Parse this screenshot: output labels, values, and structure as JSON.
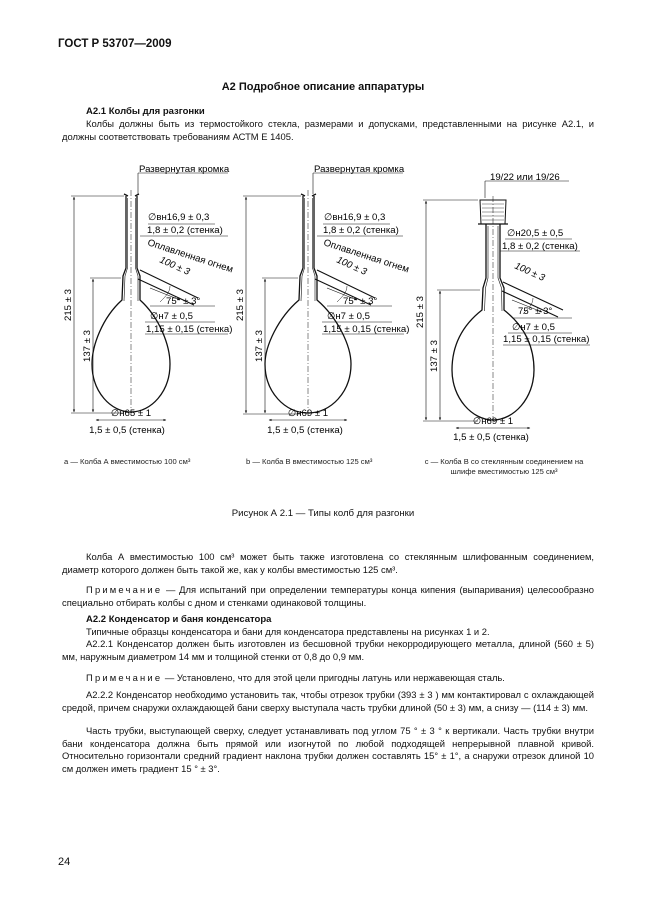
{
  "header": {
    "standard": "ГОСТ Р 53707—2009"
  },
  "section": {
    "title": "А2 Подробное описание аппаратуры"
  },
  "a21": {
    "heading": "А2.1 Колбы для разгонки",
    "text": "Колбы должны быть из термостойкого стекла, размерами и допусками, представленными на рисунке А2.1, и должны соответствовать требованиям АСТМ Е 1405."
  },
  "figure": {
    "flask_a": {
      "top_label": "Развернутая кромка",
      "neck_id": "∅вн16,9 ± 0,3",
      "wall_top": "1,8 ± 0,2 (стенка)",
      "fused": "Оплавленная огнем",
      "sidearm_len": "100 ± 3",
      "angle": "75° ± 3°",
      "sidearm_od": "∅н7 ± 0,5",
      "sidearm_wall": "1,15 ± 0,15 (стенка)",
      "height_total": "215 ± 3",
      "height_arm": "137 ± 3",
      "bulb_od": "∅н65 ± 1",
      "bulb_wall": "1,5 ± 0,5 (стенка)",
      "caption": "a — Колба А вместимостью 100 см³"
    },
    "flask_b": {
      "top_label": "Развернутая кромка",
      "neck_id": "∅вн16,9 ± 0,3",
      "wall_top": "1,8 ± 0,2 (стенка)",
      "fused": "Оплавленная огнем",
      "sidearm_len": "100 ± 3",
      "angle": "75° ± 3°",
      "sidearm_od": "∅н7 ± 0,5",
      "sidearm_wall": "1,15 ± 0,15 (стенка)",
      "height_total": "215 ± 3",
      "height_arm": "137 ± 3",
      "bulb_od": "∅н69 ± 1",
      "bulb_wall": "1,5 ± 0,5 (стенка)",
      "caption": "b — Колба В вместимостью 125 см³"
    },
    "flask_c": {
      "top_label": "19/22 или 19/26",
      "neck_od": "∅н20,5 ± 0,5",
      "wall_top": "1,8 ± 0,2 (стенка)",
      "sidearm_len": "100 ± 3",
      "angle": "75° ± 3°",
      "sidearm_od": "∅н7 ± 0,5",
      "sidearm_wall": "1,15 ± 0,15 (стенка)",
      "height_total": "215 ± 3",
      "height_arm": "137 ± 3",
      "bulb_od": "∅н69 ± 1",
      "bulb_wall": "1,5 ± 0,5 (стенка)",
      "caption": "c — Колба В со стеклянным соединением на шлифе вместимостью 125 см³"
    },
    "caption": "Рисунок А 2.1 — Типы колб для разгонки"
  },
  "body": {
    "p1": "Колба А вместимостью 100 см³ может быть также изготовлена со стеклянным шлифованным соединением, диаметр которого должен быть такой же, как у колбы вместимостью 125 см³.",
    "note1_label": "Примечание",
    "note1_text": " — Для испытаний при определении температуры конца кипения (выпаривания) целесообразно специально отбирать колбы с дном и стенками одинаковой толщины.",
    "a22_heading": "А2.2 Конденсатор и баня конденсатора",
    "p2": "Типичные образцы конденсатора и бани для конденсатора представлены на рисунках 1 и 2.",
    "p3": "А2.2.1 Конденсатор должен быть изготовлен из бесшовной трубки некорродирующего металла, длиной (560 ± 5) мм, наружным диаметром 14 мм и толщиной стенки от 0,8 до 0,9 мм.",
    "note2_label": "Примечание",
    "note2_text": " — Установлено, что для этой цели пригодны латунь или нержавеющая сталь.",
    "p4": "А2.2.2 Конденсатор необходимо установить так, чтобы отрезок трубки (393 ± 3 ) мм контактировал с охлаждающей средой, причем снаружи охлаждающей бани сверху выступала часть трубки длиной (50 ± 3) мм, а снизу — (114 ± 3) мм.",
    "p5": "Часть трубки, выступающей сверху, следует устанавливать под углом 75 ° ± 3 ° к вертикали. Часть трубки внутри бани конденсатора должна быть прямой или изогнутой по любой подходящей непрерывной плавной кривой. Относительно горизонтали средний градиент наклона трубки должен составлять 15° ± 1°, а снаружи отрезок длиной 10 см должен иметь градиент 15 ° ± 3°."
  },
  "footer": {
    "page": "24"
  }
}
